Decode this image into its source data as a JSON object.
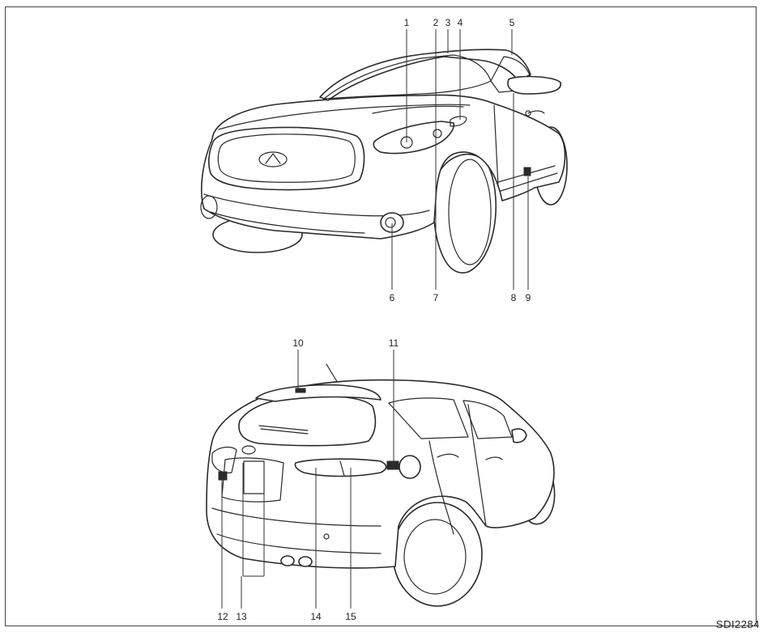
{
  "figure_code": "SDI2284",
  "front_view": {
    "callouts": [
      "1",
      "2",
      "3",
      "4",
      "5",
      "6",
      "7",
      "8",
      "9"
    ]
  },
  "rear_view": {
    "callouts": [
      "10",
      "11",
      "12",
      "13",
      "14",
      "15"
    ]
  }
}
